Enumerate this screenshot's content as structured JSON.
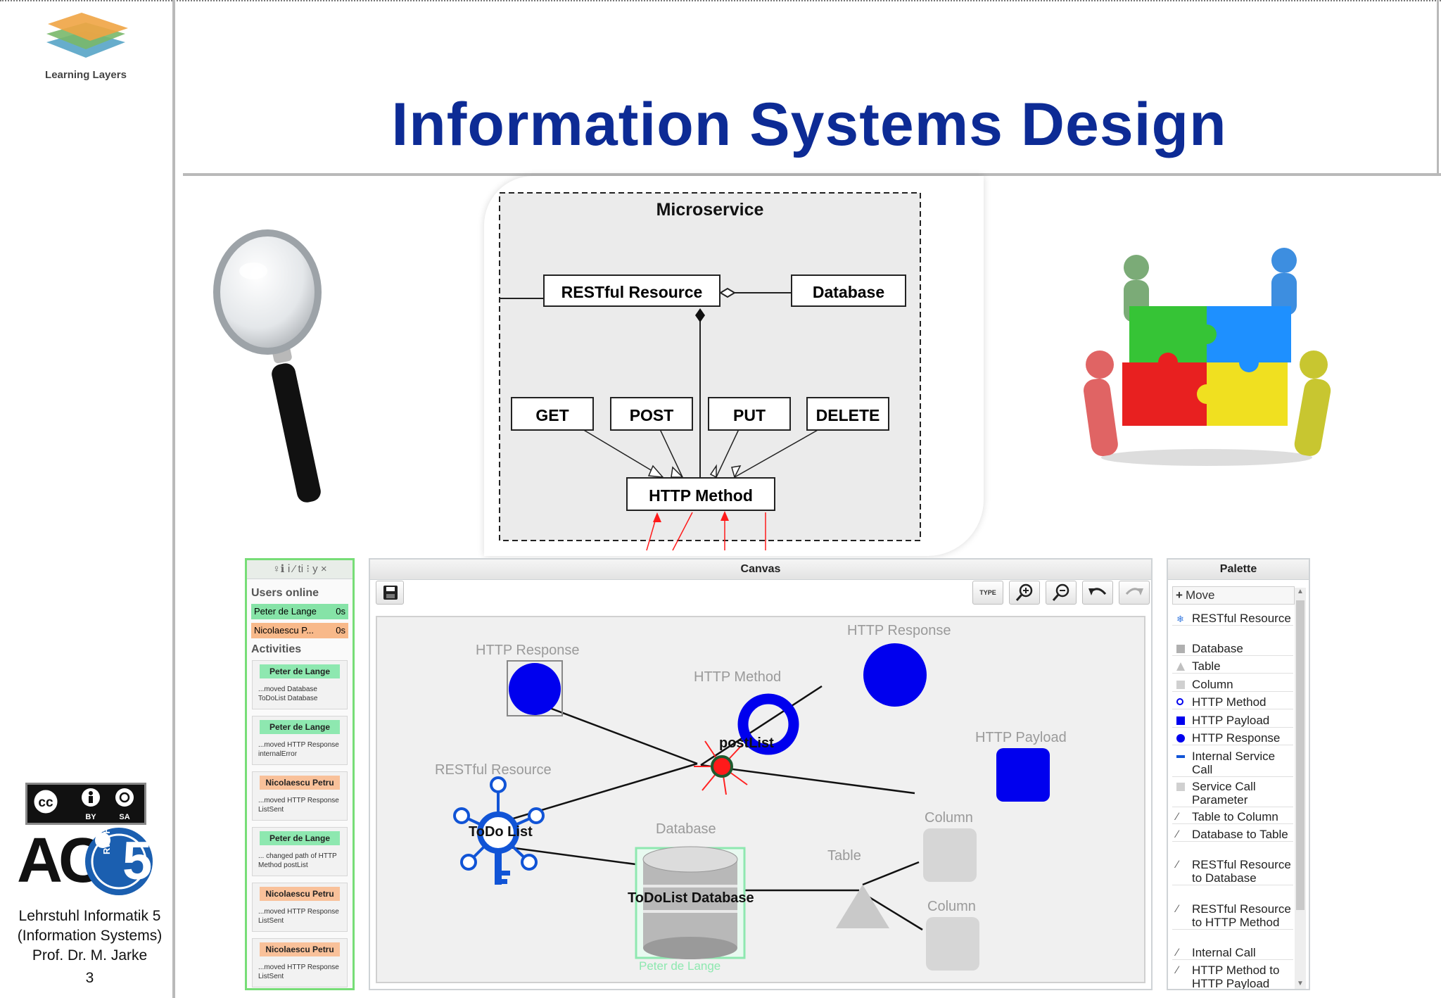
{
  "slide": {
    "title": "Information Systems Design",
    "logo_caption": "Learning Layers",
    "footer": {
      "chair": "Lehrstuhl Informatik 5",
      "unit": "(Information Systems)",
      "professor": "Prof. Dr. M. Jarke",
      "page_number": "3"
    },
    "cc_badge": {
      "left": "BY",
      "right": "SA"
    },
    "rwth_badge": {
      "letters": "AC",
      "digit": "5",
      "ring_text": "RWTH"
    }
  },
  "uml": {
    "title": "Microservice",
    "boxes": {
      "resource": "RESTful Resource",
      "database": "Database",
      "get": "GET",
      "post": "POST",
      "put": "PUT",
      "delete": "DELETE",
      "method": "HTTP Method"
    }
  },
  "activity": {
    "toolbar_glyphs": "♀ℹ ⅰ ⁄ ti ⁝ y ×",
    "users_label": "Users online",
    "users": [
      {
        "name": "Peter de Lange",
        "time": "0s",
        "color": "#86e3a7"
      },
      {
        "name": "Nicolaescu P...",
        "time": "0s",
        "color": "#f8b98a"
      }
    ],
    "activities_label": "Activities",
    "items": [
      {
        "name": "Peter de Lange",
        "text": "...moved Database ToDoList Database",
        "color": "#8ee8b0"
      },
      {
        "name": "Peter de Lange",
        "text": "...moved HTTP Response internalError",
        "color": "#8ee8b0"
      },
      {
        "name": "Nicolaescu Petru",
        "text": "...moved HTTP Response ListSent",
        "color": "#f9c19a"
      },
      {
        "name": "Peter de Lange",
        "text": "... changed path of HTTP Method postList",
        "color": "#8ee8b0"
      },
      {
        "name": "Nicolaescu Petru",
        "text": "...moved HTTP Response ListSent",
        "color": "#f9c19a"
      },
      {
        "name": "Nicolaescu Petru",
        "text": "...moved HTTP Response ListSent",
        "color": "#f9c19a"
      }
    ]
  },
  "canvas": {
    "title": "Canvas",
    "type_button": "TYPE",
    "nodes": {
      "response1": "HTTP Response",
      "response2": "HTTP Response",
      "method": "HTTP Method",
      "method_path": "postList",
      "payload": "HTTP Payload",
      "resource": "RESTful Resource",
      "resource_name": "ToDo List",
      "database": "Database",
      "database_name": "ToDoList Database",
      "database_user": "Peter de Lange",
      "table": "Table",
      "column1": "Column",
      "column2": "Column"
    }
  },
  "palette": {
    "title": "Palette",
    "move": "Move",
    "items": [
      {
        "label": "RESTful Resource",
        "icon": "snowflake-icon"
      },
      {
        "label": "Database",
        "icon": "database-icon"
      },
      {
        "label": "Table",
        "icon": "triangle-icon"
      },
      {
        "label": "Column",
        "icon": "square-icon"
      },
      {
        "label": "HTTP Method",
        "icon": "method-icon"
      },
      {
        "label": "HTTP Payload",
        "icon": "blue-square-icon"
      },
      {
        "label": "HTTP Response",
        "icon": "blue-circle-icon"
      },
      {
        "label": "Internal Service Call",
        "icon": "call-icon"
      },
      {
        "label": "Service Call Parameter",
        "icon": "square-icon"
      },
      {
        "label": "Table to Column",
        "icon": "edge-icon"
      },
      {
        "label": "Database to Table",
        "icon": "edge-icon"
      },
      {
        "label": "RESTful Resource to Database",
        "icon": "edge-icon"
      },
      {
        "label": "RESTful Resource to HTTP Method",
        "icon": "edge-icon"
      },
      {
        "label": "Internal Call",
        "icon": "edge-icon"
      },
      {
        "label": "HTTP Method to HTTP Payload",
        "icon": "edge-icon"
      }
    ]
  },
  "colors": {
    "title": "#0d2b95",
    "node_blue": "#0000ee",
    "activity_border": "#77dd77"
  }
}
